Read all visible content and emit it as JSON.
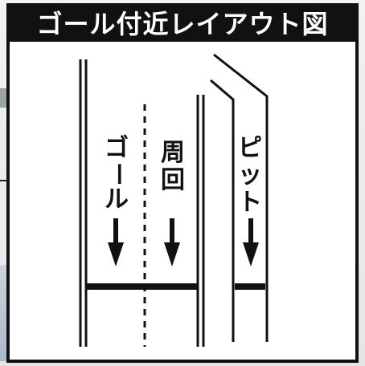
{
  "title": "ゴール付近レイアウト図",
  "lanes": [
    {
      "id": "goal",
      "label_chars": [
        "ゴ",
        "ー",
        "ル"
      ]
    },
    {
      "id": "lap",
      "label_chars": [
        "周",
        "回"
      ]
    },
    {
      "id": "pit",
      "label_chars": [
        "ピ",
        "ッ",
        "ト"
      ]
    }
  ],
  "colors": {
    "ink": "#111111",
    "background": "#ffffff"
  },
  "icons": [
    "down-arrow-icon"
  ]
}
